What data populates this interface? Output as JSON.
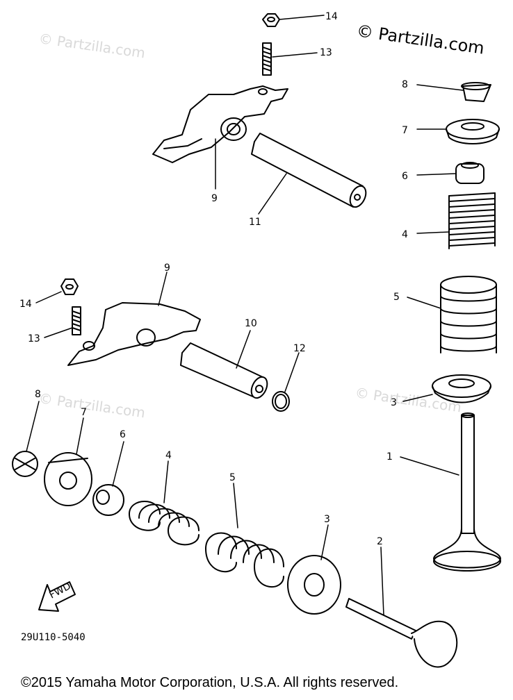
{
  "watermarks": {
    "main": "© Partzilla.com",
    "faint": "© Partzilla.com"
  },
  "callouts": [
    "14",
    "13",
    "8",
    "7",
    "6",
    "4",
    "9",
    "11",
    "9",
    "14",
    "13",
    "10",
    "12",
    "5",
    "3",
    "1",
    "8",
    "7",
    "6",
    "4",
    "5",
    "3",
    "2"
  ],
  "fwd_label": "FWD",
  "part_code": "29U110-5040",
  "copyright": "©2015  Yamaha Motor Corporation, U.S.A. All rights reserved."
}
